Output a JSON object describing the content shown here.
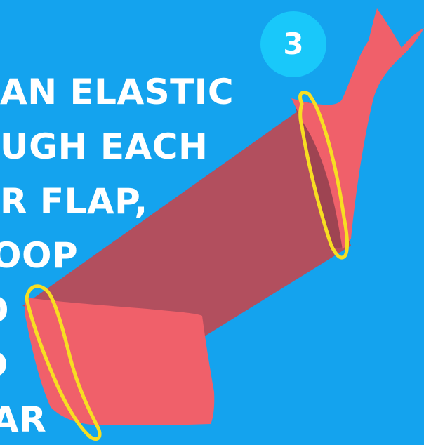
{
  "step": {
    "number": "3"
  },
  "instruction": {
    "lines": [
      "AN ELASTIC",
      "UGH EACH",
      "R FLAP,",
      "OOP",
      "O",
      "D",
      "AR"
    ]
  },
  "colors": {
    "background": "#14a3ee",
    "badge": "#19c8fa",
    "strap": "#b24f5e",
    "flap": "#f0606a",
    "elastic": "#f7de22",
    "text": "#ffffff"
  }
}
